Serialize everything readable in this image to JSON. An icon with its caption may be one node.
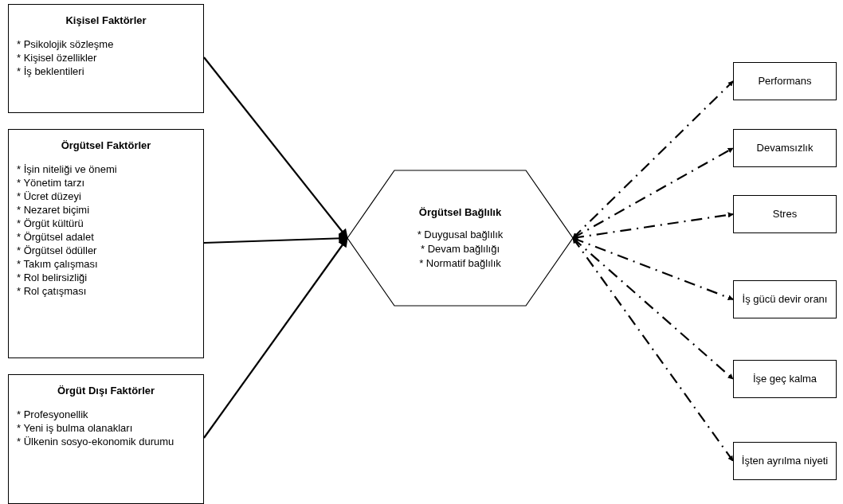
{
  "diagram": {
    "nodes": [
      {
        "text": [
          "Kişisel Faktörler",
          "* Psikolojik sözleşme",
          "* Kişisel özellikler",
          "* İş beklentileri"
        ]
      },
      {
        "text": [
          "Örgütsel Faktörler",
          "* İşin niteliği ve önemi",
          "* Yönetim tarzı",
          "* Ücret düzeyi",
          "* Nezaret biçimi",
          "* Örgüt kültürü",
          "* Örgütsel adalet",
          "* Örgütsel ödüller",
          "* Takım çalışması",
          "* Rol belirsizliği",
          "* Rol çatışması"
        ]
      },
      {
        "text": [
          "Örgüt Dışı Faktörler",
          "* Profesyonellik",
          "* Yeni iş bulma olanakları",
          "* Ülkenin sosyo-ekonomik durumu"
        ]
      },
      {
        "text": [
          "Örgütsel Bağlılık",
          "* Duygusal bağlılık",
          "* Devam bağlılığı",
          "* Normatif bağlılık"
        ]
      },
      {
        "text": [
          "Performans"
        ]
      },
      {
        "text": [
          "Devamsızlık"
        ]
      },
      {
        "text": [
          "Stres"
        ]
      },
      {
        "text": [
          "İş gücü devir oranı"
        ]
      },
      {
        "text": [
          "İşe geç kalma"
        ]
      },
      {
        "text": [
          "İşten ayrılma niyeti"
        ]
      }
    ],
    "edges": [
      {
        "from": 0,
        "to": 3,
        "arrow": "to"
      },
      {
        "from": 1,
        "to": 3,
        "arrow": "to"
      },
      {
        "from": 2,
        "to": 3,
        "arrow": "to"
      },
      {
        "from": 3,
        "to": 4,
        "arrow": "both",
        "style": "dashed"
      },
      {
        "from": 3,
        "to": 5,
        "arrow": "both",
        "style": "dashed"
      },
      {
        "from": 3,
        "to": 6,
        "arrow": "both",
        "style": "dashed"
      },
      {
        "from": 3,
        "to": 7,
        "arrow": "both",
        "style": "dashed"
      },
      {
        "from": 3,
        "to": 8,
        "arrow": "both",
        "style": "dashed"
      },
      {
        "from": 3,
        "to": 9,
        "arrow": "both",
        "style": "dashed"
      }
    ]
  }
}
